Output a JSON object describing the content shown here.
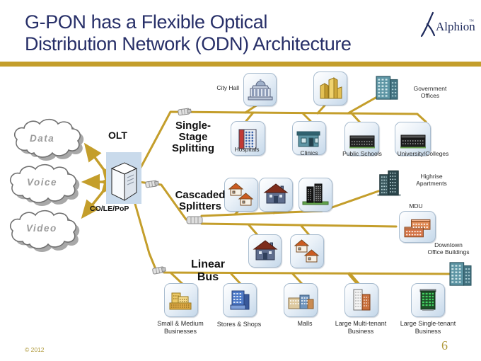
{
  "slide": {
    "title_line1": "G-PON has a Flexible Optical",
    "title_line2": "Distribution Network (ODN) Architecture",
    "logo_text": "Alphion",
    "logo_tm": "™",
    "footer_copyright": "© 2012",
    "page_number": "6",
    "colors": {
      "accent_gold": "#C49E2B",
      "title_navy": "#272F68",
      "logo_navy": "#1E2A5C",
      "tile_blue": "#C5D8EA"
    }
  },
  "clouds": [
    {
      "label": "Data"
    },
    {
      "label": "Voice"
    },
    {
      "label": "Video"
    }
  ],
  "olt": {
    "label": "OLT",
    "sublabel": "CO/LE/PoP"
  },
  "sections": {
    "single_stage": {
      "line1": "Single-",
      "line2": "Stage",
      "line3": "Splitting"
    },
    "cascaded": {
      "line1": "Cascaded",
      "line2": "Splitters"
    },
    "linear": {
      "label": "Linear Bus"
    }
  },
  "nodes": {
    "city_hall": {
      "label": "City Hall"
    },
    "government": {
      "line1": "Government",
      "line2": "Offices"
    },
    "hospitals": {
      "label": "Hospitals"
    },
    "clinics": {
      "label": "Clinics"
    },
    "public_schools": {
      "label": "Public Schools"
    },
    "university": {
      "label": "University/Colleges"
    },
    "highrise": {
      "line1": "Highrise",
      "line2": "Apartments"
    },
    "mdu": {
      "label": "MDU"
    },
    "downtown": {
      "line1": "Downtown",
      "line2": "Office Buildings"
    },
    "small_medium": {
      "line1": "Small & Medium",
      "line2": "Businesses"
    },
    "stores": {
      "label": "Stores & Shops"
    },
    "malls": {
      "label": "Malls"
    },
    "multi_tenant": {
      "line1": "Large Multi-tenant",
      "line2": "Business"
    },
    "single_tenant": {
      "line1": "Large Single-tenant",
      "line2": "Business"
    }
  }
}
